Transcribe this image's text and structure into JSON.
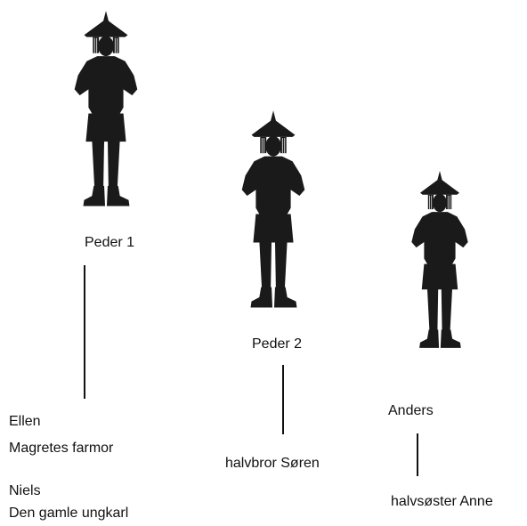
{
  "figure_color": "#1a1a1a",
  "figures": [
    {
      "label": "Peder 1"
    },
    {
      "label": "Peder 2"
    },
    {
      "label": "Anders"
    }
  ],
  "relations": {
    "peder1_line1": "Ellen",
    "peder1_line2": "Magretes farmor",
    "peder1_line3": "Niels",
    "peder1_line4": "Den gamle ungkarl",
    "peder2_line1": "halvbror Søren",
    "anders_line1": "halvsøster Anne"
  }
}
